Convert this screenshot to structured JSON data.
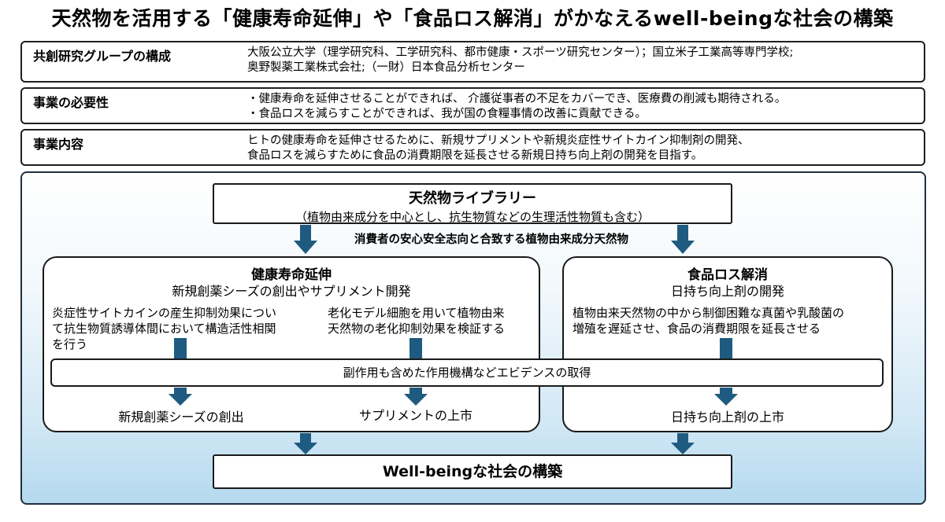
{
  "title": "天然物を活用する「健康寿命延伸」や「食品ロス解消」がかなえるwell-beingな社会の構築",
  "sections": [
    {
      "heading": "共創研究グループの構成",
      "lines": [
        "大阪公立大学（理学研究科、工学研究科、都市健康・スポーツ研究センター）；国立米子工業高等専門学校;",
        "奥野製薬工業株式会社;（一財）日本食品分析センター"
      ]
    },
    {
      "heading": "事業の必要性",
      "lines": [
        "・健康寿命を延伸させることができれば、 介護従事者の不足をカバーでき、医療費の削減も期待される。",
        "・食品ロスを減らすことができれば、我が国の食糧事情の改善に貢献できる。"
      ]
    },
    {
      "heading": "事業内容",
      "lines": [
        "ヒトの健康寿命を延伸させるために、新規サプリメントや新規炎症性サイトカイン抑制剤の開発、",
        "食品ロスを減らすために食品の消費期限を延長させる新規日持ち向上剤の開発を目指す。"
      ]
    }
  ],
  "diagram": {
    "library_title": "天然物ライブラリー",
    "library_sub": "（植物由来成分を中心とし、抗生物質などの生理活性物質も含む）",
    "consumer_label": "消費者の安心安全志向と合致する植物由来成分天然物",
    "health": {
      "title": "健康寿命延伸",
      "subtitle": "新規創薬シーズの創出やサプリメント開発",
      "left_lines": [
        "炎症性サイトカインの産生抑制効果につい",
        "て抗生物質誘導体間において構造活性相関",
        "を行う"
      ],
      "right_lines": [
        "老化モデル細胞を用いて植物由来",
        "天然物の老化抑制効果を検証する"
      ],
      "outcome_left": "新規創薬シーズの創出",
      "outcome_right": "サプリメントの上市"
    },
    "food": {
      "title": "食品ロス解消",
      "subtitle": "日持ち向上剤の開発",
      "lines": [
        "植物由来天然物の中から制御困難な真菌や乳酸菌の",
        "増殖を遅延させ、食品の消費期限を延長させる"
      ],
      "outcome": "日持ち向上剤の上市"
    },
    "evidence": "副作用も含めた作用機構などエビデンスの取得",
    "goal": "Well-beingな社会の構築"
  },
  "colors": {
    "arrow": "#1f5b80",
    "panel_bottom": "#b5d9ef",
    "border": "#1a1a1a"
  }
}
